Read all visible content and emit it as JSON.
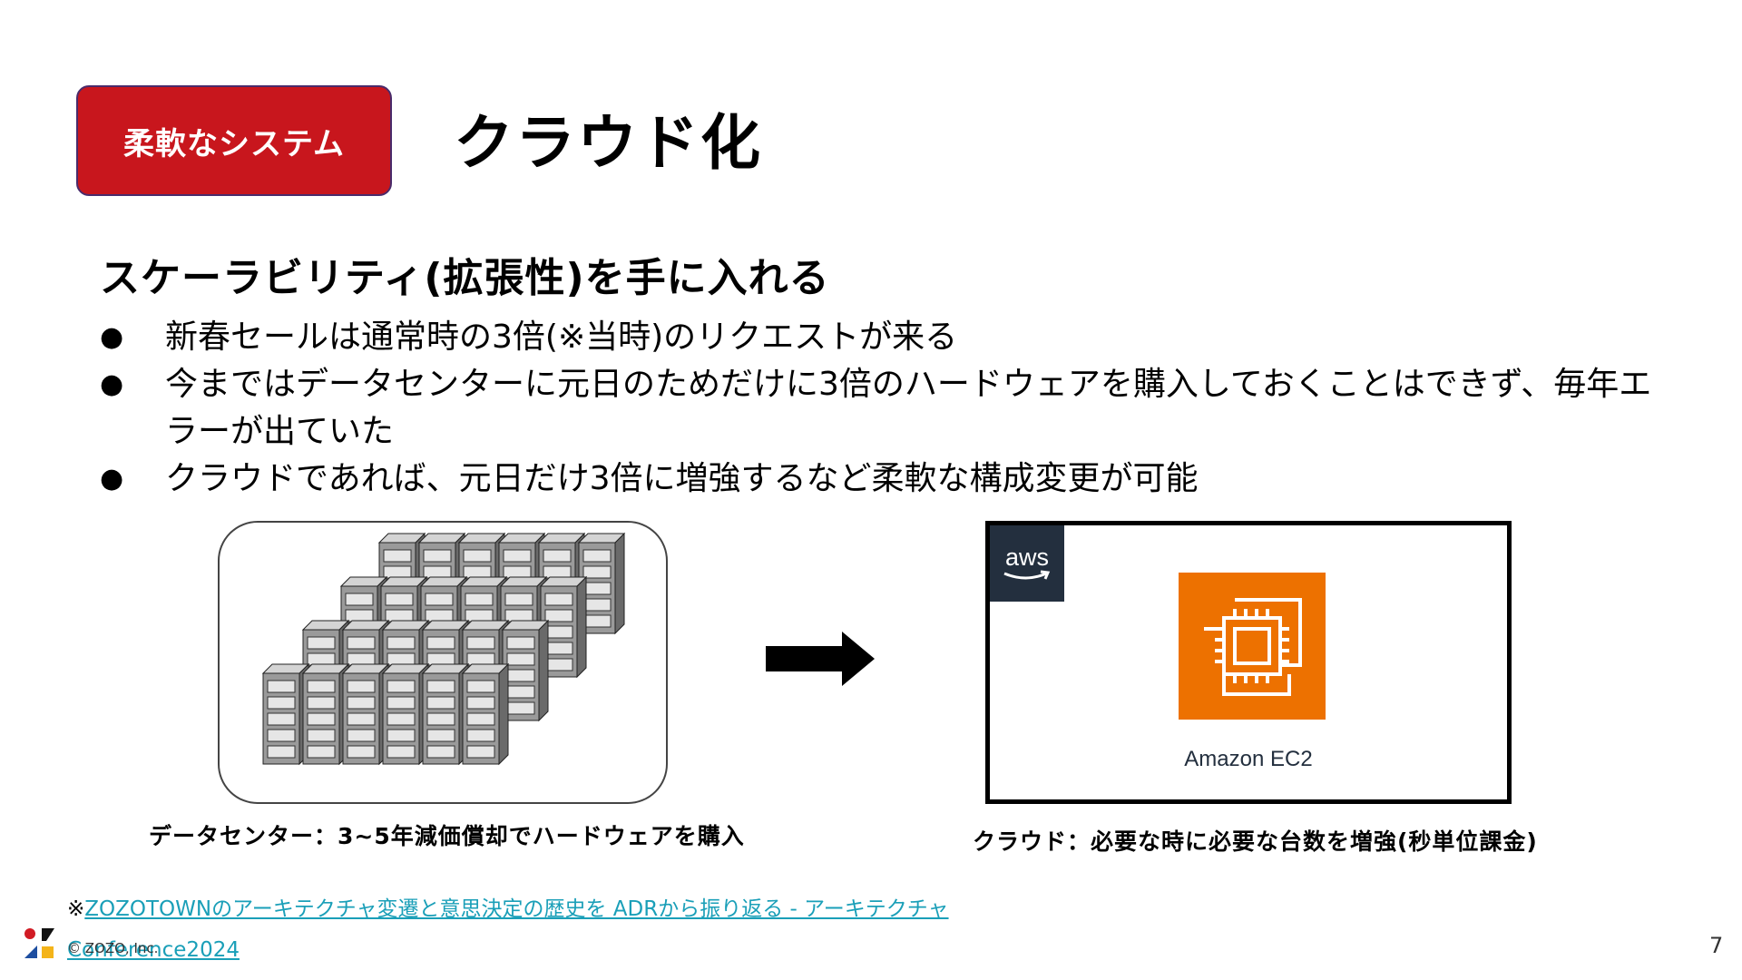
{
  "badge": {
    "label": "柔軟なシステム",
    "color": "#c8161d"
  },
  "title": "クラウド化",
  "subtitle": "スケーラビリティ(拡張性)を手に入れる",
  "bullets": [
    {
      "marker": "●",
      "text": "新春セールは通常時の3倍(※当時)のリクエストが来る"
    },
    {
      "marker": "●",
      "text": "今まではデータセンターに元日のためだけに3倍のハードウェアを購入しておくことはできず、毎年エラーが出ていた"
    },
    {
      "marker": "●",
      "text": "クラウドであれば、元日だけ3倍に増強するなど柔軟な構成変更が可能"
    }
  ],
  "datacenter": {
    "icon": "server-racks-icon",
    "caption": "データセンター：3~5年減価償却でハードウェアを購入"
  },
  "arrow_icon": "right-arrow-icon",
  "cloud": {
    "logo_text": "aws",
    "logo_icon": "aws-logo-icon",
    "service_icon": "ec2-chip-icon",
    "service_label": "Amazon EC2",
    "service_color": "#ed7100",
    "caption": "クラウド：必要な時に必要な台数を増強(秒単位課金)"
  },
  "footnote": {
    "prefix": "※",
    "link_text": "ZOZOTOWNのアーキテクチャ変遷と意思決定の歴史を ADRから振り返る - アーキテクチャ Conference2024",
    "link_color": "#1a9fb8"
  },
  "footer": {
    "copyright": "© ZOZO, Inc.",
    "page_number": "7"
  }
}
